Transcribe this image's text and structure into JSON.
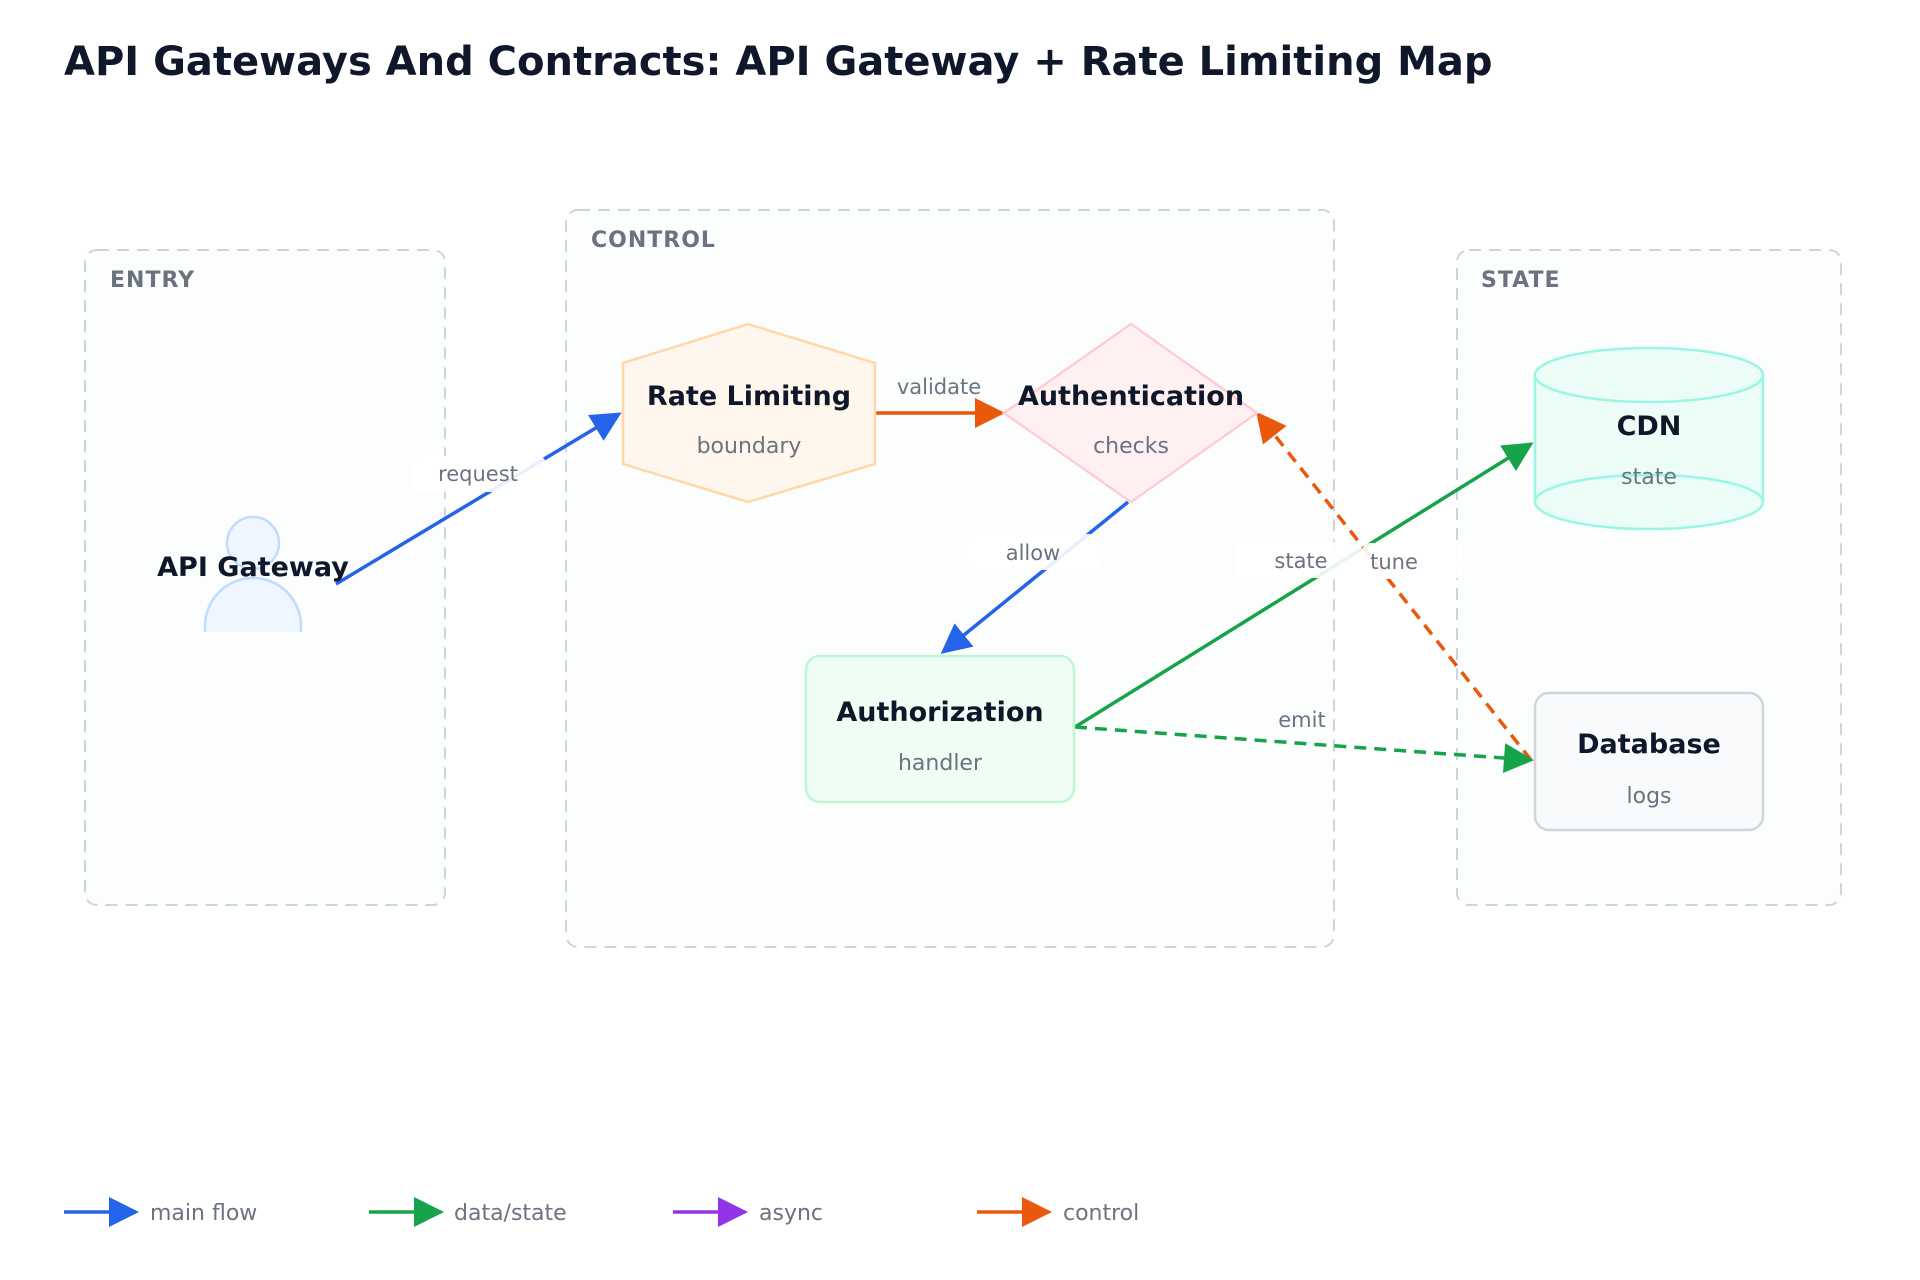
{
  "title": "API Gateways And Contracts: API Gateway + Rate Limiting Map",
  "groups": {
    "entry": "ENTRY",
    "control": "CONTROL",
    "state": "STATE"
  },
  "nodes": {
    "api_gateway": {
      "title": "API Gateway",
      "sub": ""
    },
    "rate_limiting": {
      "title": "Rate Limiting",
      "sub": "boundary"
    },
    "authentication": {
      "title": "Authentication",
      "sub": "checks"
    },
    "authorization": {
      "title": "Authorization",
      "sub": "handler"
    },
    "cdn": {
      "title": "CDN",
      "sub": "state"
    },
    "database": {
      "title": "Database",
      "sub": "logs"
    }
  },
  "edges": {
    "request": "request",
    "validate": "validate",
    "allow": "allow",
    "state": "state",
    "tune": "tune",
    "emit": "emit"
  },
  "legend": {
    "main_flow": "main flow",
    "data_state": "data/state",
    "async": "async",
    "control": "control"
  },
  "colors": {
    "main_flow": "#2563eb",
    "data_state": "#16a34a",
    "async": "#9333ea",
    "control": "#ea580c"
  }
}
